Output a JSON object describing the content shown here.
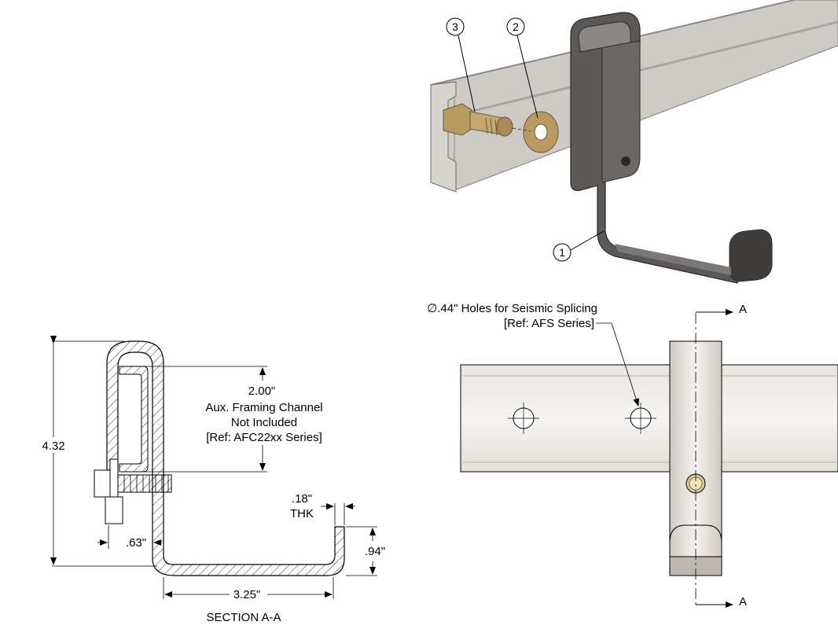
{
  "callouts": {
    "part1": "1",
    "part2": "2",
    "part3": "3"
  },
  "section_view": {
    "overall_height": "4.32",
    "channel_height": "2.00\"",
    "channel_note_1": "Aux. Framing Channel",
    "channel_note_2": "Not Included",
    "channel_note_3": "[Ref: AFC22xx Series]",
    "thickness_value": ".18\"",
    "thickness_label": "THK",
    "lip_height": ".94\"",
    "offset": ".63\"",
    "width": "3.25\"",
    "title": "SECTION A-A"
  },
  "front_view": {
    "hole_note_1": "∅.44\" Holes for Seismic Splicing",
    "hole_note_2": "[Ref: AFS Series]",
    "section_mark_top": "A",
    "section_mark_bottom": "A"
  },
  "colors": {
    "channel": "#c9c6c0",
    "bracket": "#5b5856",
    "bronze": "#b89a63",
    "line": "#000000"
  }
}
